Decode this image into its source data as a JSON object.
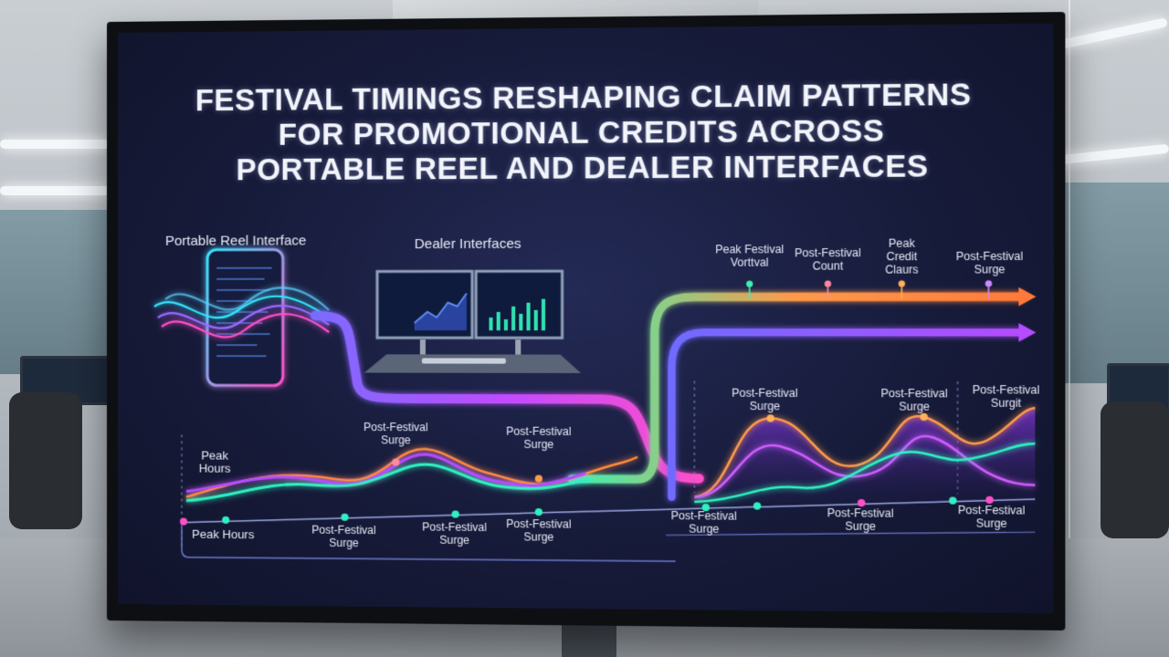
{
  "title_lines": [
    "Festival Timings Reshaping Claim Patterns",
    "for Promotional Credits Across",
    "Portable Reel and Dealer Interfaces"
  ],
  "sections": {
    "portable": "Portable Reel Interface",
    "dealer": "Dealer Interfaces"
  },
  "upper_track_labels": [
    "Peak Festival\nVorttval",
    "Post-Festival\nCount",
    "Peak\nCredit\nClaurs",
    "Post-Festival\nSurge"
  ],
  "left_wave_labels": [
    "Peak\nHours",
    "Post-Festival\nSurge",
    "Post-Festival\nSurge"
  ],
  "left_axis_labels": [
    "Peak Hours",
    "Post-Festival\nSurge",
    "Post-Festival\nSurge",
    "Post-Festival\nSurge"
  ],
  "right_wave_labels": [
    "Post-Festival\nSurge",
    "Post-Festival\nSurge",
    "Post-Festival\nSurgit"
  ],
  "right_axis_labels": [
    "Post-Festival\nSurge",
    "Post-Festival\nSurge",
    "Post-Festival\nSurge"
  ],
  "colors": {
    "green": "#3ef0b0",
    "purple": "#b44cff",
    "blue": "#6f6bff",
    "orange": "#ff9a4a",
    "pink": "#ff4fc8",
    "cyan": "#37e6ff"
  }
}
